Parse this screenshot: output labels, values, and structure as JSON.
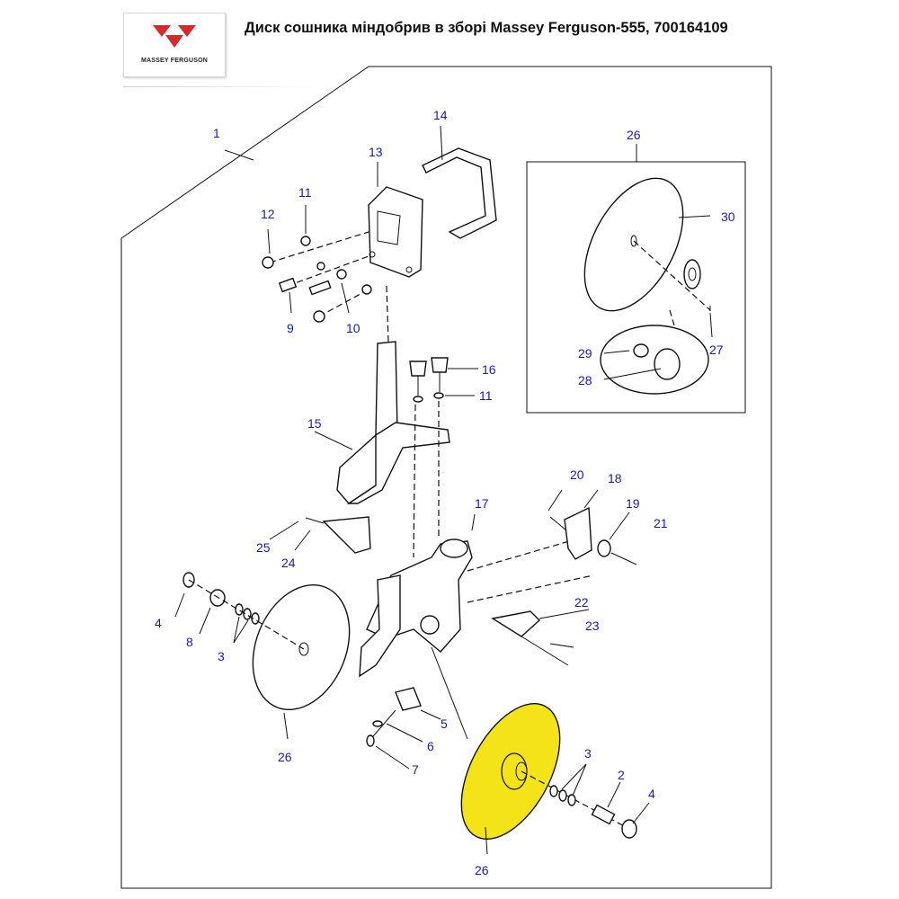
{
  "header": {
    "title": "Диск сошника міндобрив в зборі Massey Ferguson-555, 700164109",
    "logo_text": "MASSEY FERGUSON"
  },
  "colors": {
    "highlight": "#f5e31a",
    "logo_red": "#d42a2a",
    "callout": "#1a1aa8"
  },
  "callouts": {
    "c1": "1",
    "c2": "2",
    "c3a": "3",
    "c3b": "3",
    "c4a": "4",
    "c4b": "4",
    "c5": "5",
    "c6": "6",
    "c7": "7",
    "c8": "8",
    "c9": "9",
    "c10": "10",
    "c11a": "11",
    "c11b": "11",
    "c12": "12",
    "c13": "13",
    "c14": "14",
    "c15": "15",
    "c16": "16",
    "c17": "17",
    "c18": "18",
    "c19": "19",
    "c20": "20",
    "c21": "21",
    "c22": "22",
    "c23": "23",
    "c24": "24",
    "c25": "25",
    "c26a": "26",
    "c26b": "26",
    "c26c": "26",
    "c27": "27",
    "c28": "28",
    "c29": "29",
    "c30": "30"
  }
}
